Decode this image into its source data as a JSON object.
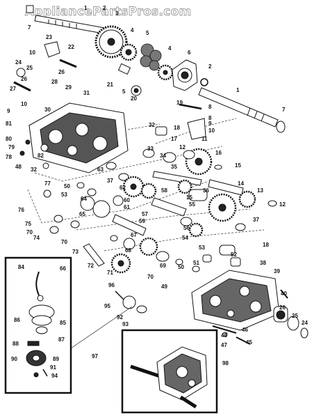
{
  "watermark": "AppliancePartsPros.com",
  "callouts": {
    "c1a": "1",
    "c2a": "2",
    "c3": "3",
    "c4a": "4",
    "c5a": "5",
    "c4b": "4",
    "c6": "6",
    "c2b": "2",
    "c1b": "1",
    "c7a": "7",
    "c7b": "7",
    "c23": "23",
    "c22": "22",
    "c10a": "10",
    "c24": "24",
    "c25a": "25",
    "c26a": "26",
    "c26b": "26",
    "c27": "27",
    "c28": "28",
    "c29": "29",
    "c31": "31",
    "c21": "21",
    "c5b": "5",
    "c20": "20",
    "c30": "30",
    "c9a": "9",
    "c10b": "10",
    "c19": "19",
    "c8a": "8",
    "c8b": "8",
    "c9b": "9",
    "c10c": "10",
    "c11": "11",
    "c81": "81",
    "c18a": "18",
    "c17": "17",
    "c32a": "32",
    "c80": "80",
    "c79": "79",
    "c78": "78",
    "c82": "82",
    "c48a": "48",
    "c33": "33",
    "c34": "34",
    "c12a": "12",
    "c16": "16",
    "c15a": "15",
    "c32b": "32",
    "c63": "63",
    "c35": "35",
    "c77": "77",
    "c50a": "50",
    "c37a": "37",
    "c62": "62",
    "c58": "58",
    "c36": "36",
    "c14": "14",
    "c53": "53",
    "c64": "64",
    "c13": "13",
    "c60": "60",
    "c61": "61",
    "c55": "55",
    "c15b": "15",
    "c12b": "12",
    "c76": "76",
    "c65": "65",
    "c57": "57",
    "c75": "75",
    "c70a": "70",
    "c74": "74",
    "c59": "59",
    "c37b": "37",
    "c56": "56",
    "c67": "67",
    "c54": "54",
    "c53b": "53",
    "c70b": "70",
    "c73": "73",
    "c68": "68",
    "c18b": "18",
    "c84": "84",
    "c66": "66",
    "c72": "72",
    "c50b": "50",
    "c51": "51",
    "c52": "52",
    "c71": "71",
    "c69": "69",
    "c70c": "70",
    "c38": "38",
    "c39": "39",
    "c49": "49",
    "c96": "96",
    "c95": "95",
    "c92": "92",
    "c93": "93",
    "c86": "86",
    "c85": "85",
    "c87": "87",
    "c40": "40",
    "c88": "88",
    "c26c": "26",
    "c25b": "25",
    "c46": "46",
    "c24b": "24",
    "c48b": "48",
    "c47": "47",
    "c45": "45",
    "c89": "89",
    "c90": "90",
    "c91": "91",
    "c94": "94",
    "c97": "97",
    "c98": "98"
  }
}
